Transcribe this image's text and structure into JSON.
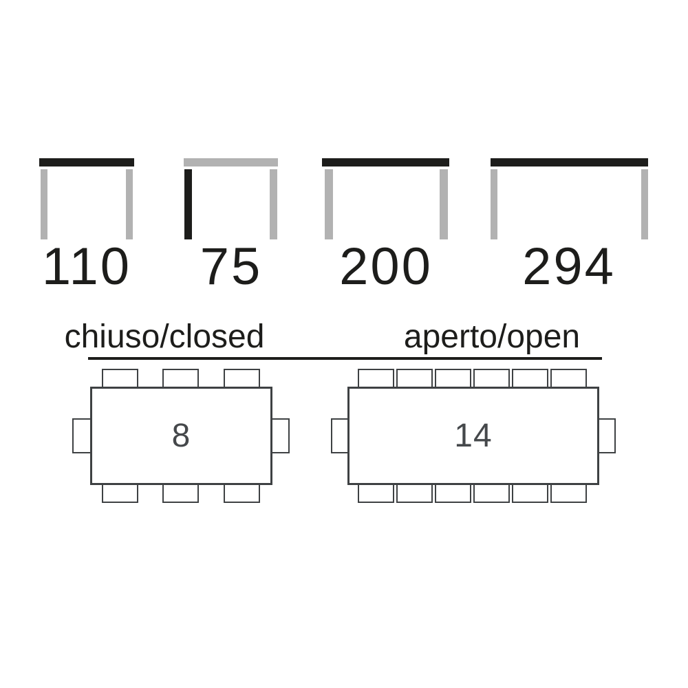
{
  "colors": {
    "ink": "#1d1d1b",
    "leg_gray": "#b2b2b2",
    "plan_outline": "#3e4143",
    "seat_number": "#45484b",
    "background": "#ffffff"
  },
  "dimension_diagrams": [
    {
      "value": "110",
      "top_bar_color": "#1d1d1b",
      "left_leg_color": "#b2b2b2",
      "right_leg_color": "#b2b2b2"
    },
    {
      "value": "75",
      "top_bar_color": "#b2b2b2",
      "left_leg_color": "#1d1d1b",
      "right_leg_color": "#b2b2b2"
    },
    {
      "value": "200",
      "top_bar_color": "#1d1d1b",
      "left_leg_color": "#b2b2b2",
      "right_leg_color": "#b2b2b2"
    },
    {
      "value": "294",
      "top_bar_color": "#1d1d1b",
      "left_leg_color": "#b2b2b2",
      "right_leg_color": "#b2b2b2"
    }
  ],
  "seating_plans": {
    "closed": {
      "label": "chiuso/closed",
      "seats": "8"
    },
    "open": {
      "label": "aperto/open",
      "seats": "14"
    }
  }
}
